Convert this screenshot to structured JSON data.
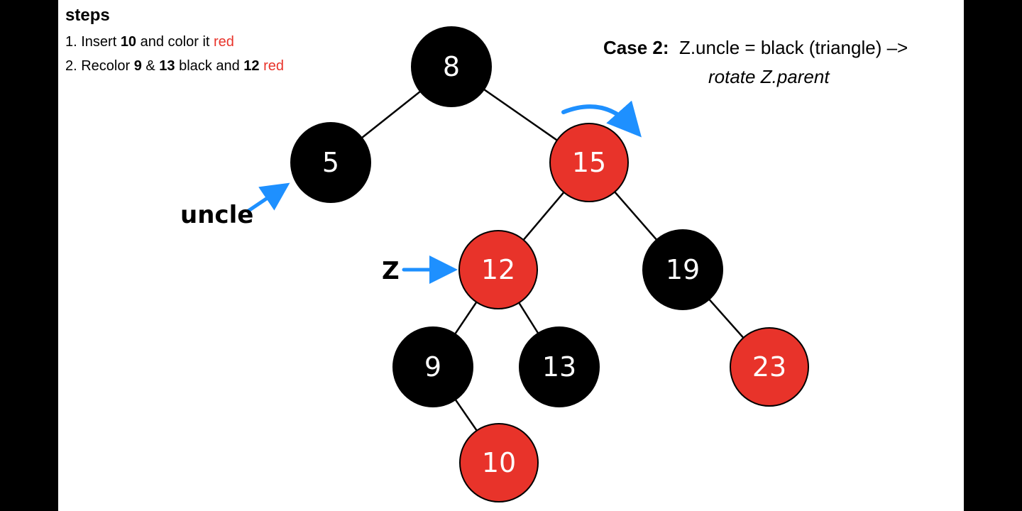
{
  "steps": {
    "title": "steps",
    "step1": {
      "prefix": "1. Insert ",
      "bold": "10",
      "middle": " and color it ",
      "red": "red"
    },
    "step2": {
      "prefix": "2. Recolor ",
      "bold1": "9",
      "mid1": " & ",
      "bold2": "13",
      "mid2": " black and ",
      "bold3": "12",
      "mid3": " ",
      "red": "red"
    }
  },
  "case": {
    "label": "Case 2:",
    "condition": "  Z.uncle = black (triangle) –>",
    "action": "rotate Z.parent"
  },
  "pointers": {
    "uncle": "uncle",
    "z": "Z"
  },
  "colors": {
    "red": "#e8332a",
    "black": "#000000",
    "arrow": "#1e90ff"
  },
  "tree": {
    "nodes": [
      {
        "id": "n8",
        "value": "8",
        "color": "black"
      },
      {
        "id": "n5",
        "value": "5",
        "color": "black"
      },
      {
        "id": "n15",
        "value": "15",
        "color": "red"
      },
      {
        "id": "n12",
        "value": "12",
        "color": "red"
      },
      {
        "id": "n19",
        "value": "19",
        "color": "black"
      },
      {
        "id": "n9",
        "value": "9",
        "color": "black"
      },
      {
        "id": "n13",
        "value": "13",
        "color": "black"
      },
      {
        "id": "n23",
        "value": "23",
        "color": "red"
      },
      {
        "id": "n10",
        "value": "10",
        "color": "red"
      }
    ],
    "edges": [
      {
        "from": "n8",
        "to": "n5"
      },
      {
        "from": "n8",
        "to": "n15"
      },
      {
        "from": "n15",
        "to": "n12"
      },
      {
        "from": "n15",
        "to": "n19"
      },
      {
        "from": "n12",
        "to": "n9"
      },
      {
        "from": "n12",
        "to": "n13"
      },
      {
        "from": "n19",
        "to": "n23"
      },
      {
        "from": "n9",
        "to": "n10"
      }
    ]
  }
}
